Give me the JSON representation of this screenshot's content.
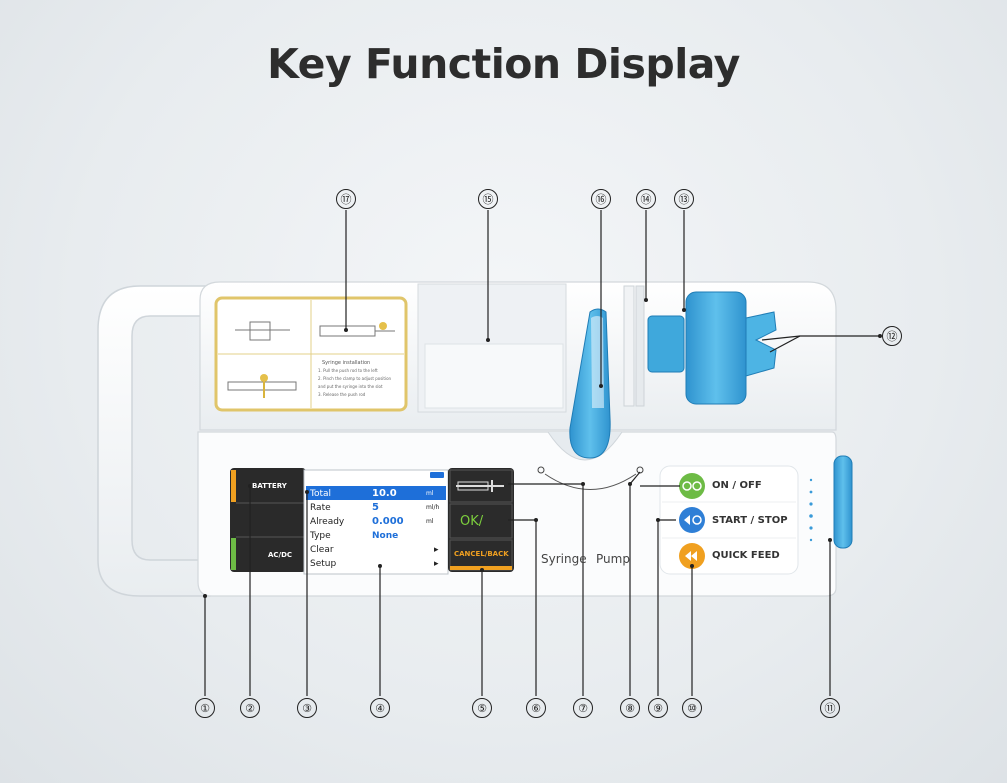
{
  "title": "Key Function Display",
  "screen": {
    "rows": [
      {
        "label": "Total",
        "value": "10.0",
        "unit": "ml"
      },
      {
        "label": "Rate",
        "value": "5",
        "unit": "ml/h"
      },
      {
        "label": "Already",
        "value": "0.000",
        "unit": "ml"
      },
      {
        "label": "Type",
        "value": "None",
        "unit": ""
      },
      {
        "label": "Clear",
        "value": "",
        "unit": "▸"
      },
      {
        "label": "Setup",
        "value": "",
        "unit": "▸"
      }
    ]
  },
  "left_panel": {
    "battery_label": "BATTERY",
    "acdc_label": "AC/DC"
  },
  "right_panel": {
    "ok_label": "OK/",
    "cancel_label": "CANCEL/BACK"
  },
  "device_label": {
    "syringe": "Syringe",
    "pump": "Pump"
  },
  "buttons": [
    {
      "label": "ON / OFF",
      "color": "#6dbb45"
    },
    {
      "label": "START / STOP",
      "color": "#2f7fd6"
    },
    {
      "label": "QUICK FEED",
      "color": "#f0a020"
    }
  ],
  "callouts": [
    "①",
    "②",
    "③",
    "④",
    "⑤",
    "⑥",
    "⑦",
    "⑧",
    "⑨",
    "⑩",
    "⑪",
    "⑫",
    "⑬",
    "⑭",
    "⑮",
    "⑯",
    "⑰"
  ],
  "instruction_card": {
    "heading": "Syringe installation",
    "lines": [
      "1. Pull the push rod to the left",
      "2. Pinch the clamp to adjust position",
      "and put the syringe into the slot",
      "3. Release the push rod"
    ]
  },
  "colors": {
    "accent_blue": "#2d9ad6",
    "syringe_blue": "#3ba7dc",
    "screen_highlight": "#1e6fd9"
  }
}
